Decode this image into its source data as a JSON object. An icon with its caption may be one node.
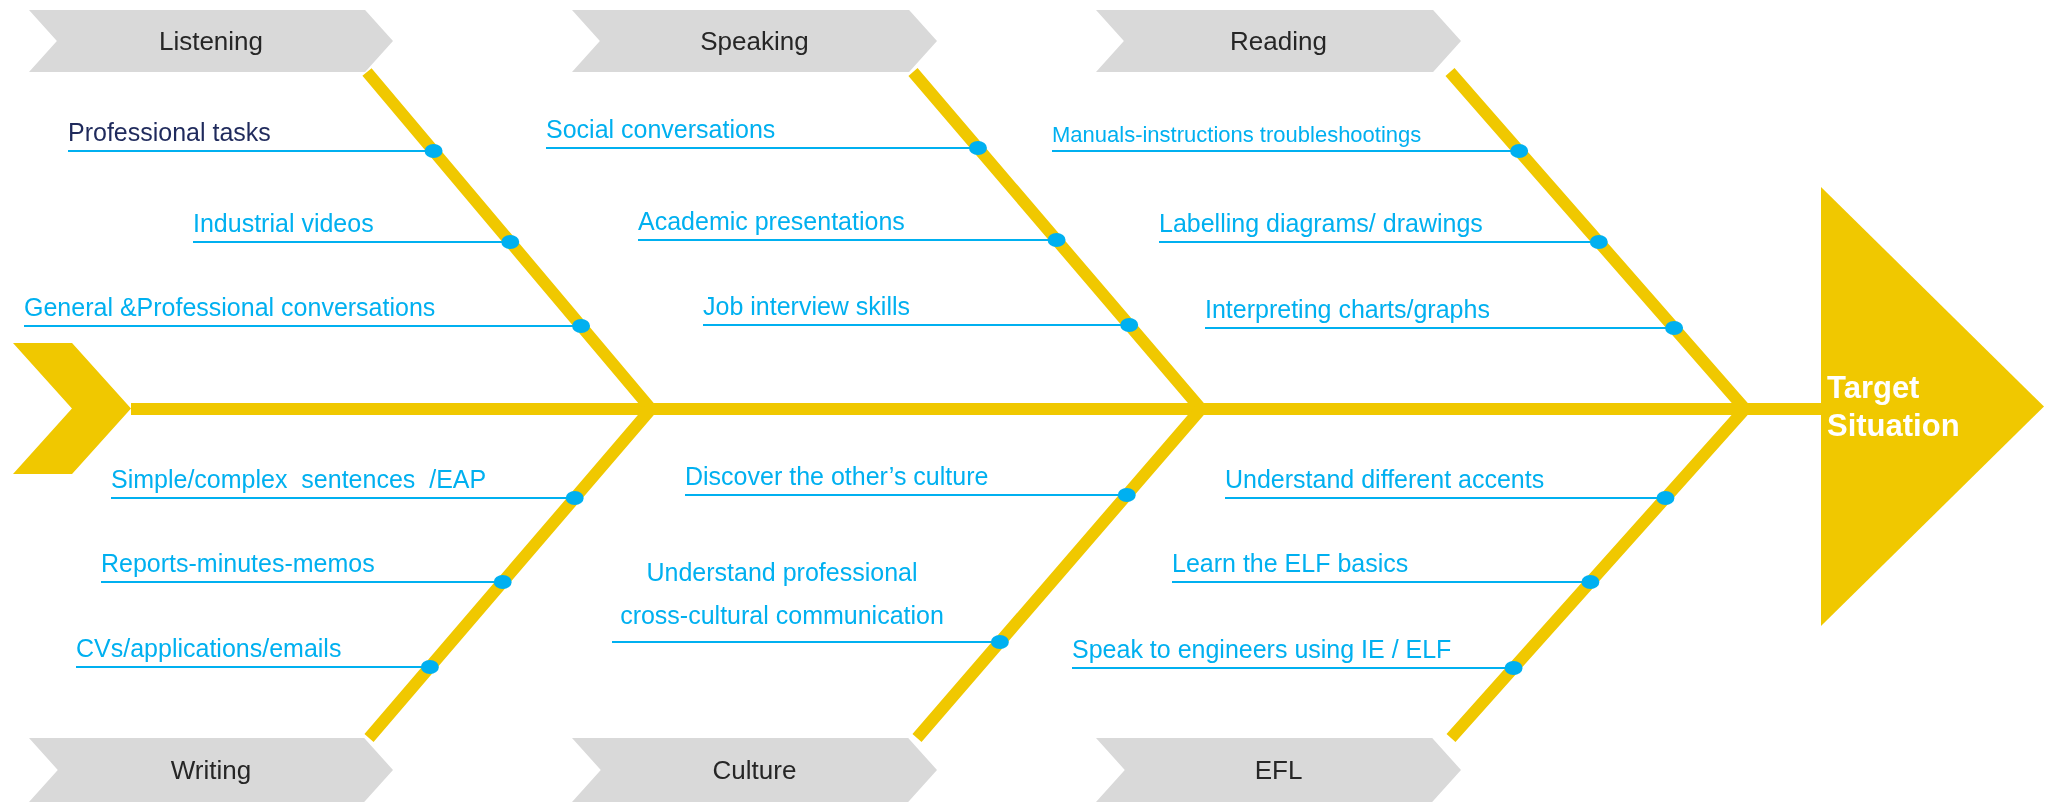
{
  "diagram": {
    "nodes": [
      {
        "text": [
          "Listening"
        ]
      },
      {
        "text": [
          "Speaking"
        ]
      },
      {
        "text": [
          "Reading"
        ]
      },
      {
        "text": [
          "Professional tasks"
        ]
      },
      {
        "text": [
          "Industrial videos"
        ]
      },
      {
        "text": [
          "General &Professional conversations"
        ]
      },
      {
        "text": [
          "Social conversations"
        ]
      },
      {
        "text": [
          "Academic presentations"
        ]
      },
      {
        "text": [
          "Job interview skills"
        ]
      },
      {
        "text": [
          "Manuals-instructions troubleshootings"
        ]
      },
      {
        "text": [
          "Labelling diagrams/ drawings"
        ]
      },
      {
        "text": [
          "Interpreting charts/graphs"
        ]
      },
      {
        "text": [],
        "shape": "chevron"
      },
      {
        "text": [
          "Target Situation"
        ]
      },
      {
        "text": [
          "Simple/complex  sentences  /EAP"
        ]
      },
      {
        "text": [
          "Reports-minutes-memos"
        ]
      },
      {
        "text": [
          "CVs/applications/emails"
        ]
      },
      {
        "text": [
          "Discover the other’s culture"
        ]
      },
      {
        "text": [
          "Understand professional cross-cultural communication"
        ]
      },
      {
        "text": [
          "Understand different accents"
        ]
      },
      {
        "text": [
          "Learn the ELF basics"
        ]
      },
      {
        "text": [
          "Speak to engineers using IE / ELF"
        ]
      },
      {
        "text": [
          "Writing"
        ]
      },
      {
        "text": [
          "Culture"
        ]
      },
      {
        "text": [
          "EFL"
        ]
      }
    ],
    "edges": [
      {
        "from": 12,
        "to": 13,
        "arrow": "none",
        "style": "thick",
        "color": "#f0c800"
      },
      {
        "from": 0,
        "to": 13,
        "arrow": "none",
        "style": "thick",
        "color": "#f0c800"
      },
      {
        "from": 1,
        "to": 13,
        "arrow": "none",
        "style": "thick",
        "color": "#f0c800"
      },
      {
        "from": 2,
        "to": 13,
        "arrow": "none",
        "style": "thick",
        "color": "#f0c800"
      },
      {
        "from": 22,
        "to": 13,
        "arrow": "none",
        "style": "thick",
        "color": "#f0c800"
      },
      {
        "from": 23,
        "to": 13,
        "arrow": "none",
        "style": "thick",
        "color": "#f0c800"
      },
      {
        "from": 24,
        "to": 13,
        "arrow": "none",
        "style": "thick",
        "color": "#f0c800"
      },
      {
        "from": 3,
        "to": null,
        "arrow": "other"
      },
      {
        "from": 4,
        "to": null,
        "arrow": "other"
      },
      {
        "from": 5,
        "to": null,
        "arrow": "other"
      },
      {
        "from": 6,
        "to": null,
        "arrow": "other"
      },
      {
        "from": 7,
        "to": null,
        "arrow": "other"
      },
      {
        "from": 8,
        "to": null,
        "arrow": "other"
      },
      {
        "from": 9,
        "to": null,
        "arrow": "other"
      },
      {
        "from": 10,
        "to": null,
        "arrow": "other"
      },
      {
        "from": 11,
        "to": null,
        "arrow": "other"
      },
      {
        "from": 14,
        "to": null,
        "arrow": "other"
      },
      {
        "from": 15,
        "to": null,
        "arrow": "other"
      },
      {
        "from": 16,
        "to": null,
        "arrow": "other"
      },
      {
        "from": 17,
        "to": null,
        "arrow": "other"
      },
      {
        "from": 18,
        "to": null,
        "arrow": "other"
      },
      {
        "from": 19,
        "to": null,
        "arrow": "other"
      },
      {
        "from": 20,
        "to": null,
        "arrow": "other"
      },
      {
        "from": 21,
        "to": null,
        "arrow": "other"
      }
    ]
  }
}
